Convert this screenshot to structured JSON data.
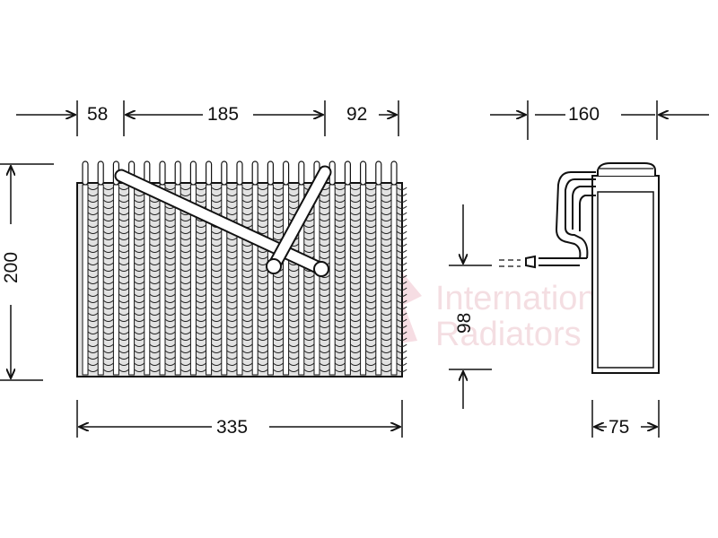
{
  "dimensions": {
    "front_left_offset": "58",
    "front_tube_spacing": "185",
    "front_right_offset": "92",
    "front_height": "200",
    "front_width": "335",
    "side_width_top": "160",
    "side_pipe_height": "98",
    "side_depth": "75"
  },
  "watermark": {
    "line1": "International",
    "line2": "Radiators"
  },
  "colors": {
    "line": "#111111",
    "fin_fill": "#d8d8d8",
    "watermark": "#e8b8c0"
  }
}
